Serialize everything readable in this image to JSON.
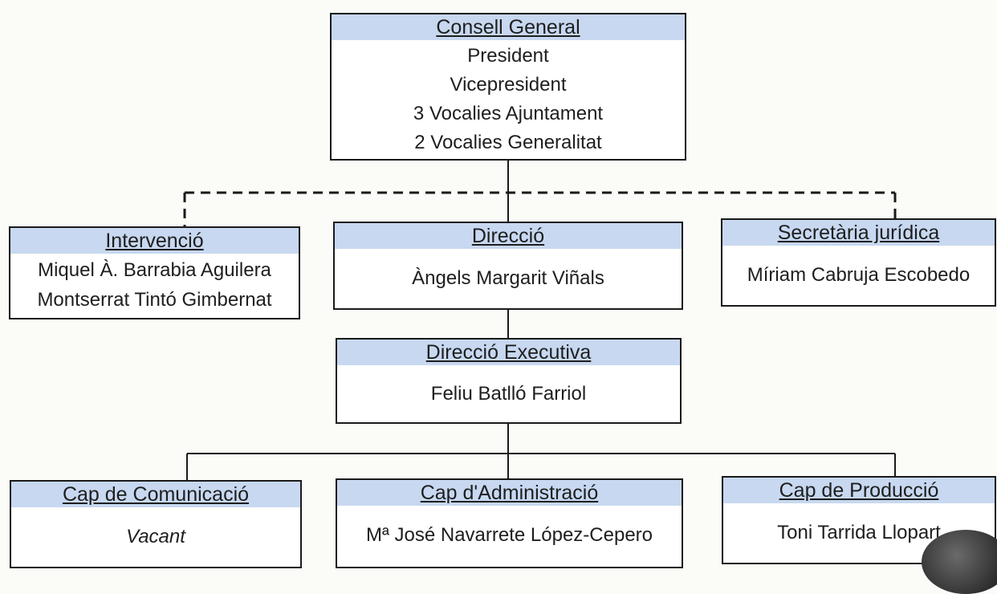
{
  "org_chart": {
    "consell": {
      "title": "Consell General",
      "lines": [
        "President",
        "Vicepresident",
        "3 Vocalies Ajuntament",
        "2 Vocalies Generalitat"
      ]
    },
    "intervencio": {
      "title": "Intervenció",
      "lines": [
        "Miquel À. Barrabia Aguilera",
        "Montserrat Tintó Gimbernat"
      ]
    },
    "direccio": {
      "title": "Direcció",
      "lines": [
        "Àngels Margarit Viñals"
      ]
    },
    "secretaria": {
      "title": "Secretària jurídica",
      "lines": [
        "Míriam Cabruja Escobedo"
      ]
    },
    "direccio_executiva": {
      "title": "Direcció Executiva",
      "lines": [
        "Feliu Batlló Farriol"
      ]
    },
    "cap_comunicacio": {
      "title": "Cap de Comunicació",
      "lines": [
        "Vacant"
      ]
    },
    "cap_administracio": {
      "title": "Cap d'Administració",
      "lines": [
        "Mª José Navarrete López-Cepero"
      ]
    },
    "cap_produccio": {
      "title": "Cap de Producció",
      "lines": [
        "Toni Tarrida Llopart"
      ]
    }
  },
  "colors": {
    "header_fill": "#c7d8f0",
    "border": "#1a1a1a",
    "background": "#fbfbf8"
  }
}
